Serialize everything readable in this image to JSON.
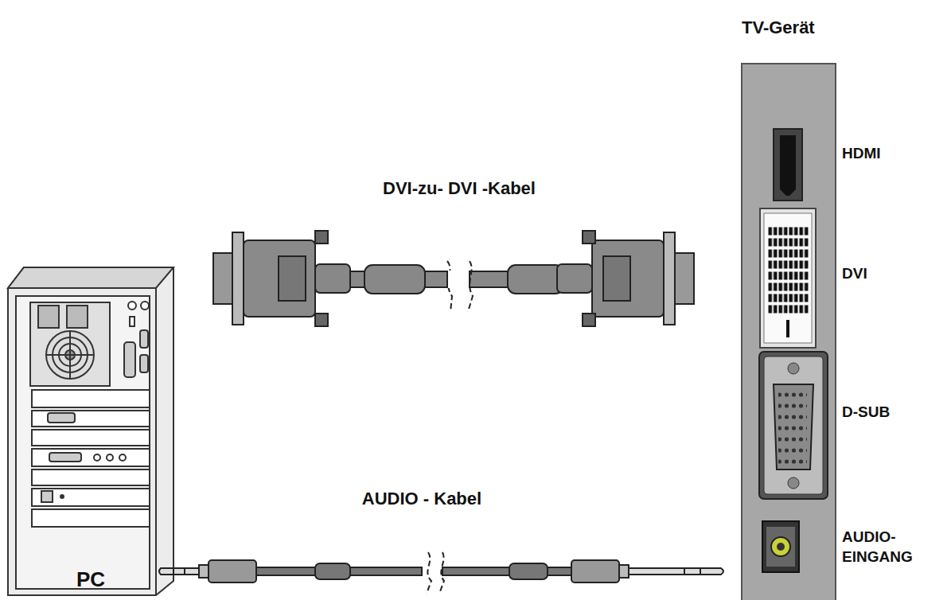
{
  "diagram": {
    "labels": [
      "TV-Gerät",
      "DVI-zu- DVI -Kabel",
      "HDMI",
      "DVI",
      "D-SUB",
      "AUDIO - Kabel",
      "AUDIO- EINGANG",
      "PC"
    ]
  }
}
